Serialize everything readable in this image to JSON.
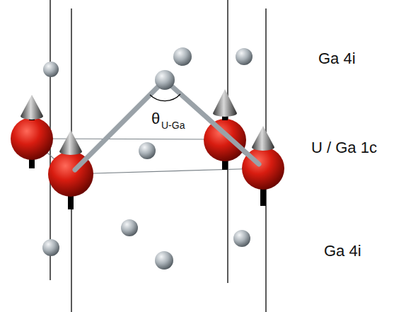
{
  "diagram": {
    "labels": [
      "Ga 4i",
      "U / Ga 1c",
      "Ga 4i",
      "θ",
      "U-Ga"
    ]
  }
}
